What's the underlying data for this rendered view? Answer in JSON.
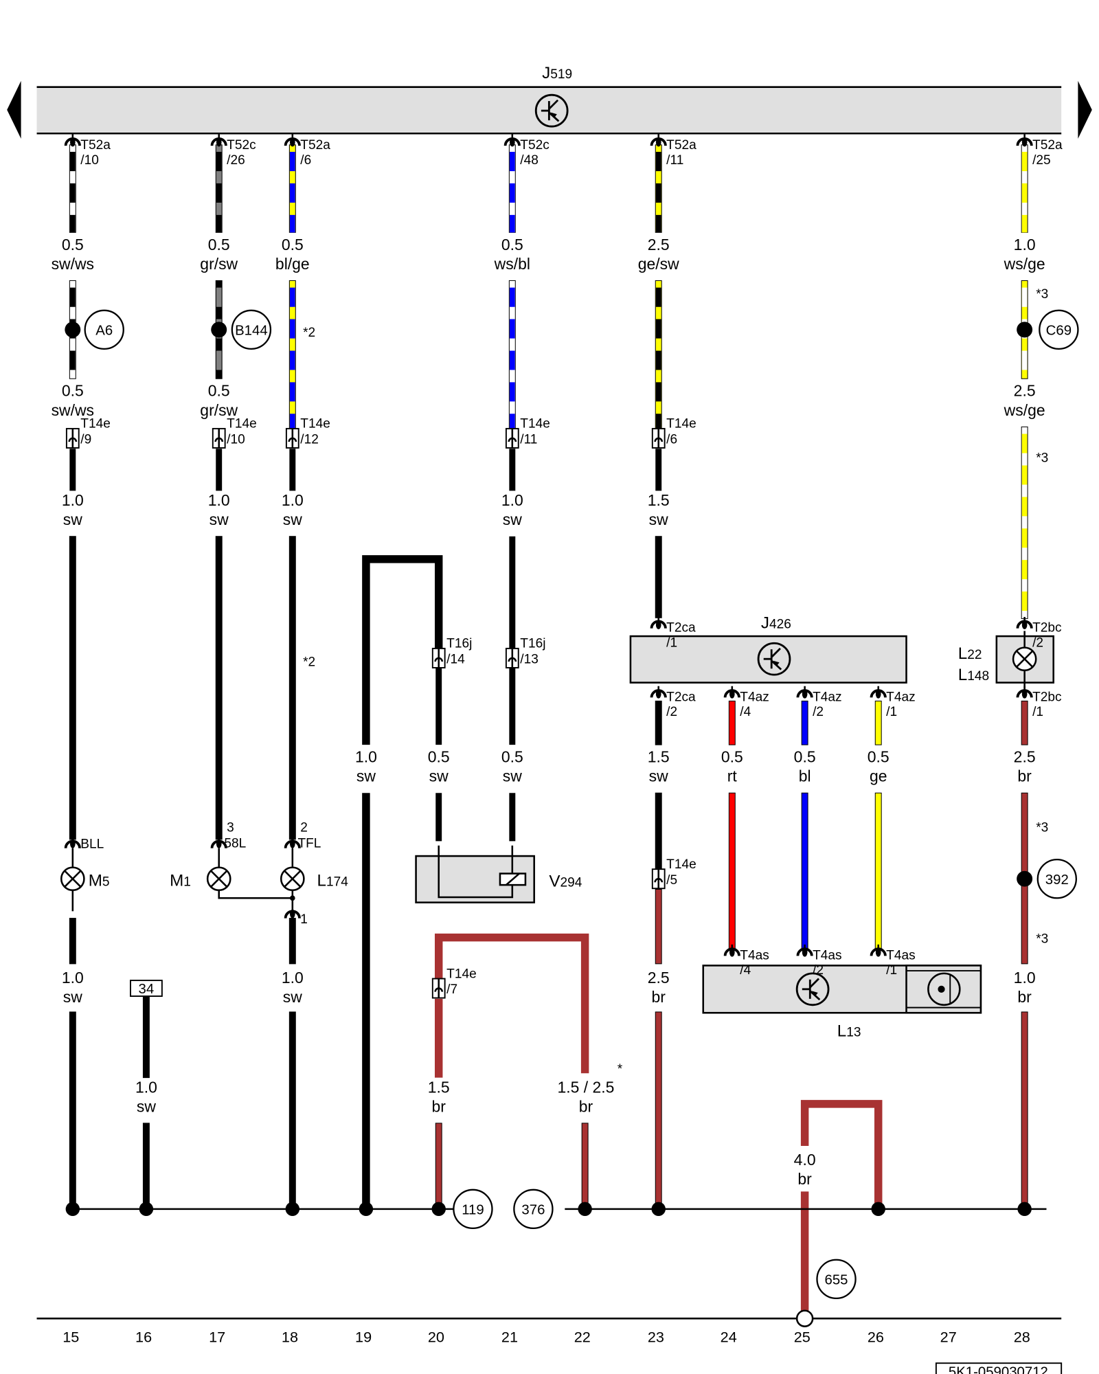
{
  "colors": {
    "sw": "#000000",
    "ws": "#ffffff",
    "gr": "#808080",
    "bl": "#0000ff",
    "ge": "#ffff00",
    "rt": "#ff0000",
    "br": "#a83232",
    "box": "#e0e0e0"
  },
  "components": {
    "J519": {
      "l": "J",
      "n": "519"
    },
    "J426": {
      "l": "J",
      "n": "426"
    },
    "L22": {
      "l": "L",
      "n": "22"
    },
    "L148": {
      "l": "L",
      "n": "148"
    },
    "L13": {
      "l": "L",
      "n": "13"
    },
    "M5": {
      "l": "M",
      "n": "5"
    },
    "M1": {
      "l": "M",
      "n": "1"
    },
    "L174": {
      "l": "L",
      "n": "174"
    },
    "V294": {
      "l": "V",
      "n": "294"
    }
  },
  "wire_labels": {
    "c15_1": {
      "size": "0.5",
      "color": "sw/ws"
    },
    "c15_2": {
      "size": "0.5",
      "color": "sw/ws"
    },
    "c15_3": {
      "size": "1.0",
      "color": "sw"
    },
    "c15_4": {
      "size": "1.0",
      "color": "sw"
    },
    "c16_1": {
      "size": "1.0",
      "color": "sw"
    },
    "c17_1": {
      "size": "0.5",
      "color": "gr/sw"
    },
    "c17_2": {
      "size": "0.5",
      "color": "gr/sw"
    },
    "c17_3": {
      "size": "1.0",
      "color": "sw"
    },
    "c18_1": {
      "size": "0.5",
      "color": "bl/ge"
    },
    "c18_2": {
      "size": "1.0",
      "color": "sw"
    },
    "c18_3": {
      "size": "1.0",
      "color": "sw"
    },
    "c19_1": {
      "size": "1.0",
      "color": "sw"
    },
    "c20_1": {
      "size": "0.5",
      "color": "sw"
    },
    "c20_2": {
      "size": "1.5",
      "color": "br"
    },
    "c21_1": {
      "size": "0.5",
      "color": "ws/bl"
    },
    "c21_2": {
      "size": "1.0",
      "color": "sw"
    },
    "c21_3": {
      "size": "0.5",
      "color": "sw"
    },
    "c22_1": {
      "size": "1.5 / 2.5",
      "color": "br"
    },
    "c23_1": {
      "size": "2.5",
      "color": "ge/sw"
    },
    "c23_2": {
      "size": "1.5",
      "color": "sw"
    },
    "c23_3": {
      "size": "1.5",
      "color": "sw"
    },
    "c23_4": {
      "size": "2.5",
      "color": "br"
    },
    "c24_1": {
      "size": "0.5",
      "color": "rt"
    },
    "c25_1": {
      "size": "0.5",
      "color": "bl"
    },
    "c25_2": {
      "size": "4.0",
      "color": "br"
    },
    "c26_1": {
      "size": "0.5",
      "color": "ge"
    },
    "c28_1": {
      "size": "1.0",
      "color": "ws/ge"
    },
    "c28_2": {
      "size": "2.5",
      "color": "ws/ge"
    },
    "c28_3": {
      "size": "2.5",
      "color": "br"
    },
    "c28_4": {
      "size": "1.0",
      "color": "br"
    }
  },
  "connectors": {
    "c15_top": {
      "name": "T52a",
      "pin": "/10"
    },
    "c17_top": {
      "name": "T52c",
      "pin": "/26"
    },
    "c18_top": {
      "name": "T52a",
      "pin": "/6"
    },
    "c21_top": {
      "name": "T52c",
      "pin": "/48"
    },
    "c23_top": {
      "name": "T52a",
      "pin": "/11"
    },
    "c28_top": {
      "name": "T52a",
      "pin": "/25"
    },
    "c15_t14": {
      "name": "T14e",
      "pin": "/9"
    },
    "c17_t14": {
      "name": "T14e",
      "pin": "/10"
    },
    "c18_t14": {
      "name": "T14e",
      "pin": "/12"
    },
    "c21_t14": {
      "name": "T14e",
      "pin": "/11"
    },
    "c23_t14": {
      "name": "T14e",
      "pin": "/6"
    },
    "c20_t16": {
      "name": "T16j",
      "pin": "/14"
    },
    "c21_t16": {
      "name": "T16j",
      "pin": "/13"
    },
    "c23_j426a": {
      "name": "T2ca",
      "pin": "/1"
    },
    "c23_j426b": {
      "name": "T2ca",
      "pin": "/2"
    },
    "c24_j426": {
      "name": "T4az",
      "pin": "/4"
    },
    "c25_j426": {
      "name": "T4az",
      "pin": "/2"
    },
    "c26_j426": {
      "name": "T4az",
      "pin": "/1"
    },
    "c28_la": {
      "name": "T2bc",
      "pin": "/2"
    },
    "c28_lb": {
      "name": "T2bc",
      "pin": "/1"
    },
    "c23_t14b": {
      "name": "T14e",
      "pin": "/5"
    },
    "c20_t14": {
      "name": "T14e",
      "pin": "/7"
    },
    "c24_l13": {
      "name": "T4as",
      "pin": "/4"
    },
    "c25_l13": {
      "name": "T4as",
      "pin": "/2"
    },
    "c26_l13": {
      "name": "T4as",
      "pin": "/1"
    },
    "c15_m5": {
      "name": "BLL",
      "pin": ""
    },
    "c17_m1": {
      "name": "3",
      "pin": "58L"
    },
    "c18_l174": {
      "name": "2",
      "pin": "TFL"
    },
    "c18_l174b": {
      "name": "",
      "pin": "1"
    }
  },
  "locations": {
    "A6": "A6",
    "B144": "B144",
    "C69": "C69",
    "L392": "392",
    "L119": "119",
    "L376": "376",
    "L655": "655"
  },
  "terminal_34": "34",
  "notes": [
    "*2",
    "*2",
    "*3",
    "*3",
    "*3",
    "*3",
    "*"
  ],
  "columns": [
    "15",
    "16",
    "17",
    "18",
    "19",
    "20",
    "21",
    "22",
    "23",
    "24",
    "25",
    "26",
    "27",
    "28"
  ],
  "drawing_number": "5K1-059030712"
}
